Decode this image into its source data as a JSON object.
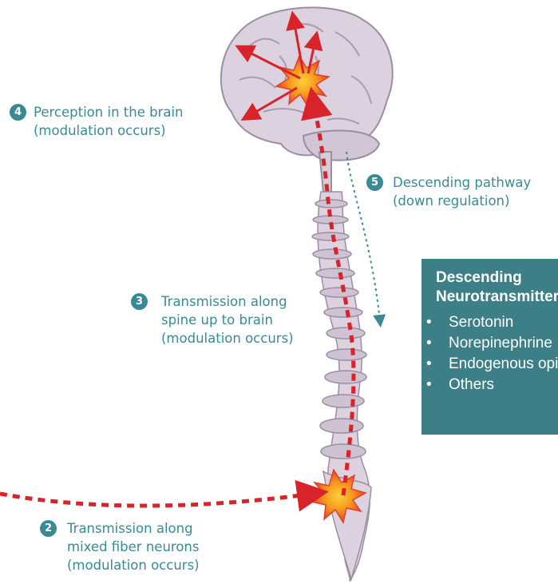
{
  "steps": [
    {
      "number": "4",
      "lines": [
        "Perception in the brain",
        "(modulation occurs)"
      ]
    },
    {
      "number": "5",
      "lines": [
        "Descending pathway",
        "(down regulation)"
      ]
    },
    {
      "number": "3",
      "lines": [
        "Transmission along",
        "spine up to brain",
        "(modulation occurs)"
      ]
    },
    {
      "number": "2",
      "lines": [
        "Transmission along",
        "mixed fiber neurons",
        "(modulation occurs)"
      ]
    }
  ],
  "infobox": {
    "title_lines": [
      "Descending",
      "Neurotransmitters"
    ],
    "items": [
      "Serotonin",
      "Norepinephrine",
      "Endogenous opioids",
      "Others"
    ]
  },
  "colors": {
    "teal": "#3a8a93",
    "box": "#3c7f87",
    "pain_red": "#d8232a",
    "brain": "#d9cfdc",
    "spine": "#ddd3e0"
  }
}
